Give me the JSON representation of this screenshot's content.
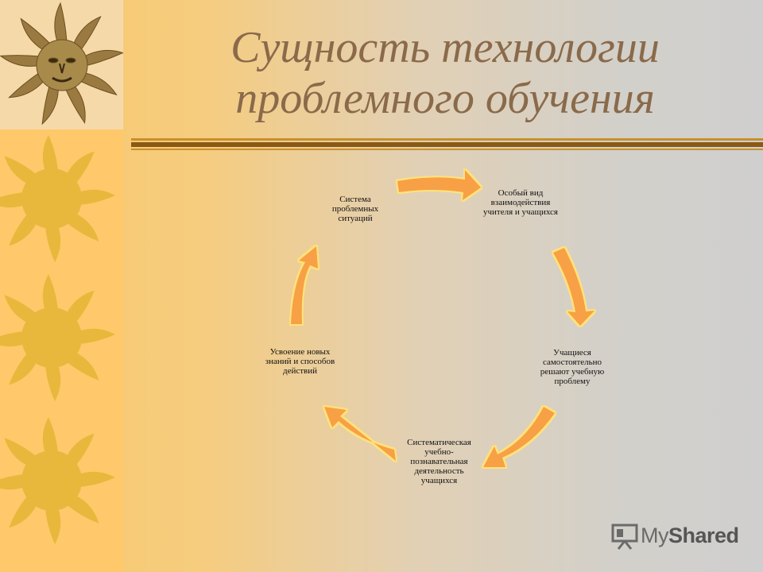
{
  "slide": {
    "title_line1": "Сущность технологии",
    "title_line2": "проблемного обучения"
  },
  "cycle": {
    "nodes": [
      {
        "text": "Особый вид взаимодействия учителя и учащихся"
      },
      {
        "text": "Учащиеся самостоятельно решают учебную проблему"
      },
      {
        "text": "Систематическая учебно-познавательная деятельность учащихся"
      },
      {
        "text": "Усвоение новых знаний и способов действий"
      },
      {
        "text": "Система проблемных ситуаций"
      }
    ]
  },
  "brand": {
    "name_part1": "My",
    "name_part2": "Shared"
  },
  "colors": {
    "strip": "#ffc86a",
    "sun": "#e8b83c",
    "title": "#8a6a4a",
    "arrow_fill": "#f7a044",
    "arrow_outline": "#ffe27a"
  }
}
